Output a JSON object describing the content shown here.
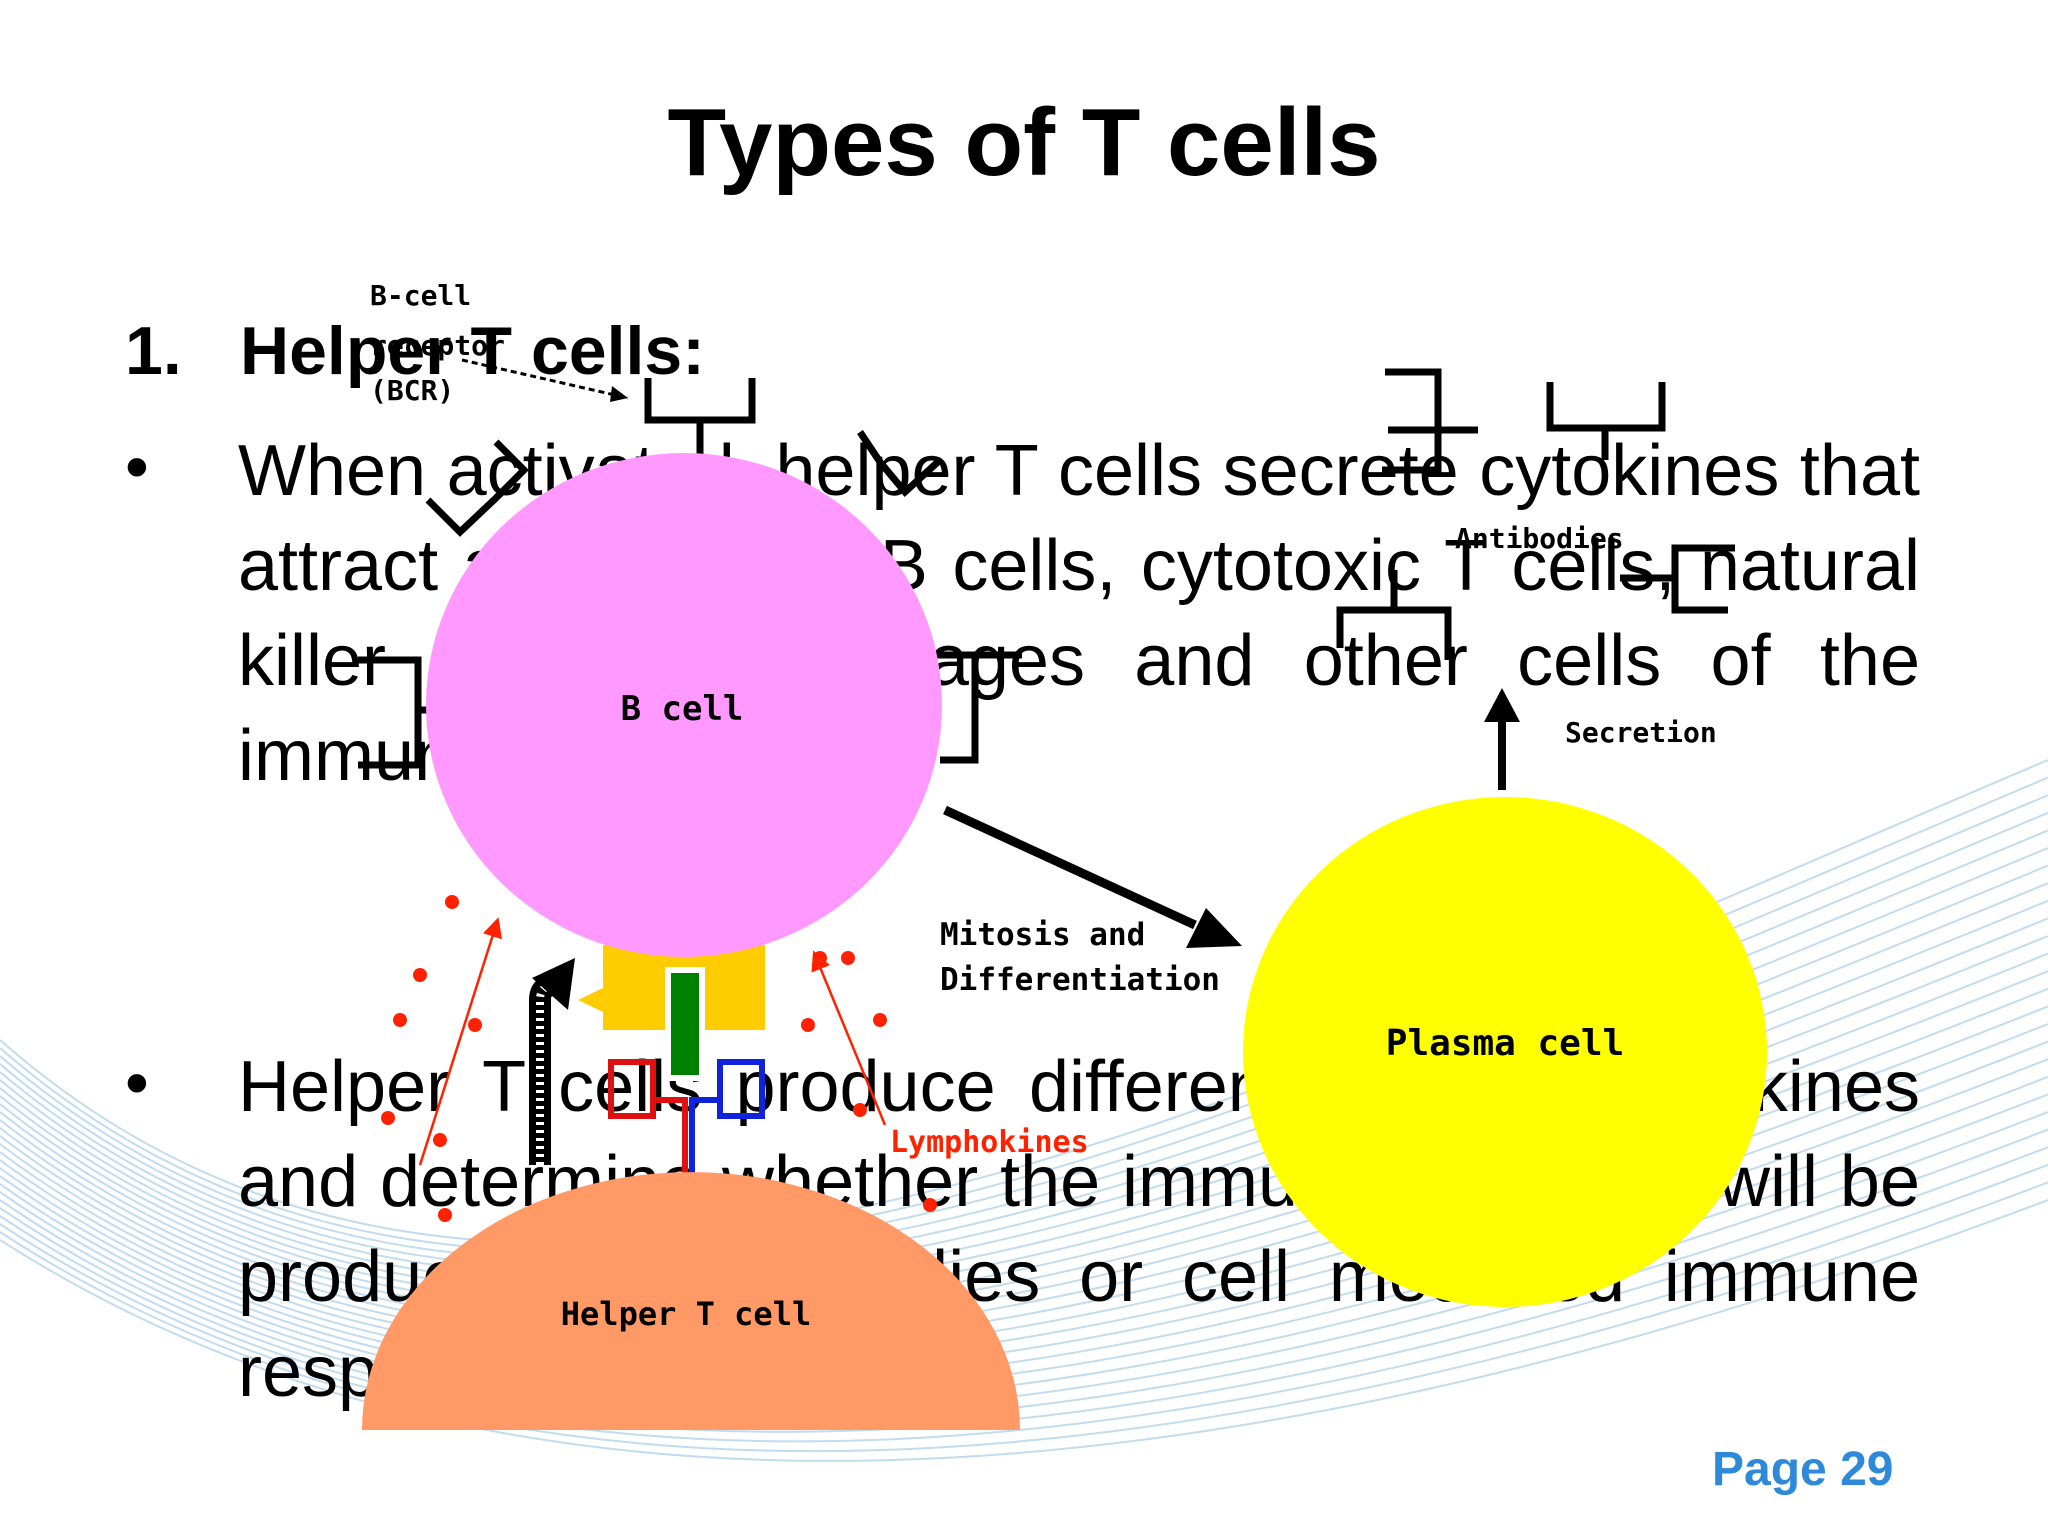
{
  "slide": {
    "title": "Types of T cells",
    "heading_number": "1.",
    "heading_text": "Helper T cells:",
    "bullet_symbol": "•",
    "bullet1": "When activated, helper T cells secrete cytokines that attract and activate B cells, cytotoxic T cells, natural killer cells, macrophages and other cells of the immune system.",
    "bullet2": "Helper T cells produce different types of cytokines and determine whether the immune response will be production of antibodies or cell mediated immune response.",
    "page_number": "Page 29"
  },
  "diagram": {
    "bcell_receptor_label": [
      "B-cell",
      "receptor",
      "(BCR)"
    ],
    "bcell_label": "B cell",
    "antibodies_label": "Antibodies",
    "secretion_label": "Secretion",
    "mitosis_label": [
      "Mitosis and",
      "Differentiation"
    ],
    "plasma_label": "Plasma cell",
    "lymphokines_label": "Lymphokines",
    "helper_label": "Helper T cell",
    "colors": {
      "bcell": "#ff99ff",
      "plasma": "#ffff00",
      "helper": "#ff9966",
      "receptor": "#ffcc00",
      "antigen": "#008000",
      "lymphokine": "#ff2200",
      "page_number": "#2e8ad8"
    }
  }
}
